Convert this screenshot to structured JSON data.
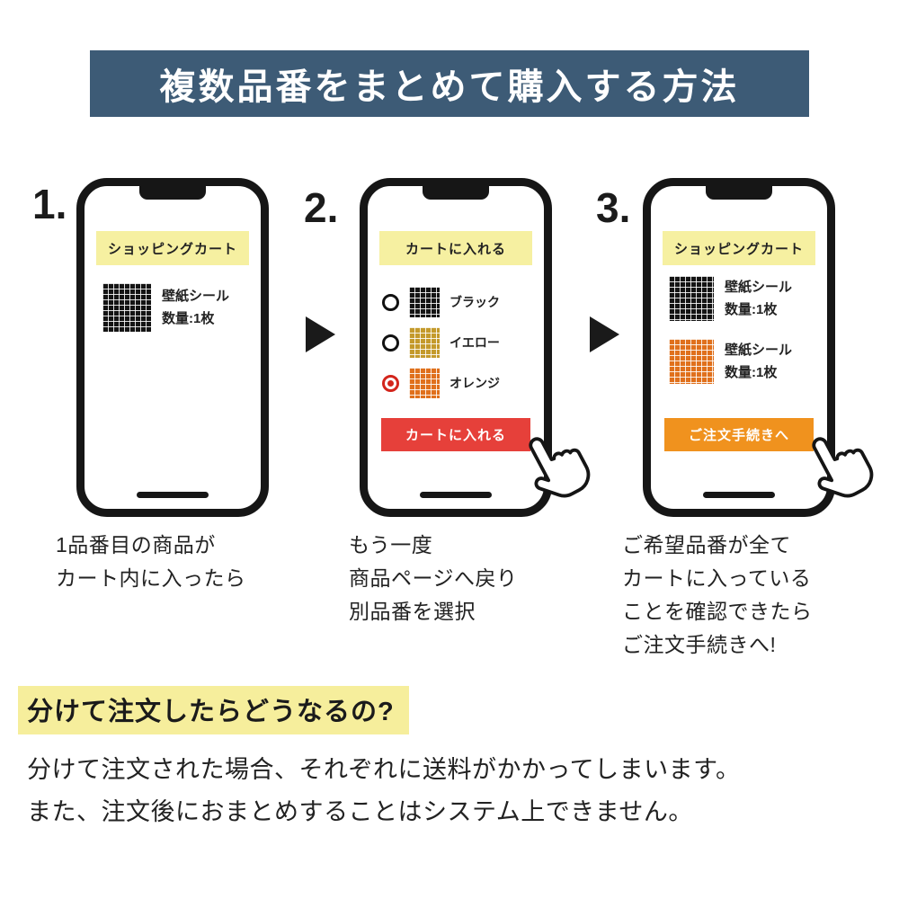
{
  "header": {
    "title": "複数品番をまとめて購入する方法"
  },
  "steps": [
    {
      "number": "1.",
      "phone": {
        "banner": "ショッピングカート",
        "items": [
          {
            "swatch": "black",
            "name": "壁紙シール",
            "qty": "数量:1枚"
          }
        ]
      },
      "caption": [
        "1品番目の商品が",
        "カート内に入ったら"
      ]
    },
    {
      "number": "2.",
      "phone": {
        "banner": "カートに入れる",
        "options": [
          {
            "swatch": "black",
            "label": "ブラック",
            "selected": false
          },
          {
            "swatch": "yellow",
            "label": "イエロー",
            "selected": false
          },
          {
            "swatch": "orange",
            "label": "オレンジ",
            "selected": true
          }
        ],
        "button": "カートに入れる"
      },
      "caption": [
        "もう一度",
        "商品ページへ戻り",
        "別品番を選択"
      ]
    },
    {
      "number": "3.",
      "phone": {
        "banner": "ショッピングカート",
        "items": [
          {
            "swatch": "black",
            "name": "壁紙シール",
            "qty": "数量:1枚"
          },
          {
            "swatch": "orange",
            "name": "壁紙シール",
            "qty": "数量:1枚"
          }
        ],
        "button": "ご注文手続きへ"
      },
      "caption": [
        "ご希望品番が全て",
        "カートに入っている",
        "ことを確認できたら",
        "ご注文手続きへ!"
      ]
    }
  ],
  "note": {
    "heading": "分けて注文したらどうなるの?",
    "body": [
      "分けて注文された場合、それぞれに送料がかかってしまいます。",
      "また、注文後におまとめすることはシステム上できません。"
    ]
  },
  "icons": {
    "tap_hand": "pointing-hand-cursor",
    "step_arrow": "right-triangle-arrow"
  },
  "colors": {
    "header_bg": "#3d5b76",
    "banner_bg": "#f6f0a1",
    "add_to_cart_button": "#e6403a",
    "checkout_button": "#f0921e",
    "selected_radio": "#d3251c",
    "heading_highlight": "#f6ee9c",
    "swatch_black": "#141414",
    "swatch_yellow": "#c49a2b",
    "swatch_orange": "#e0701c"
  }
}
